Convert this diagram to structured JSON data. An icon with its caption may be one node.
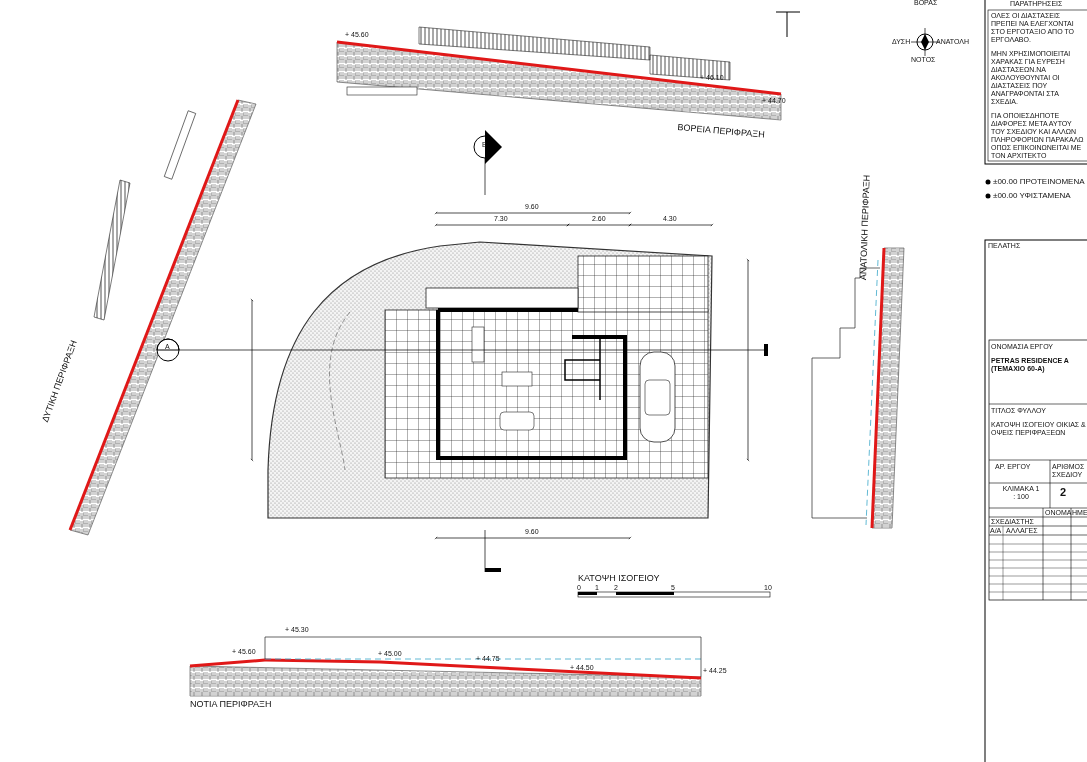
{
  "diagram": {
    "labels": [
      "ΒΟΡΑΣ",
      "ΔΥΣΗ",
      "ΑΝΑΤΟΛΗ",
      "ΝΟΤΟΣ",
      "ΠΑΡΑΤΗΡΗΣΕΙΣ",
      "ΟΛΕΣ ΟΙ ΔΙΑΣΤΑΣΕΙΣ ΠΡΕΠΕΙ ΝΑ ΕΛΕΓΧΟΝΤΑΙ ΣΤΟ ΕΡΓΟΤΑΞΙΟ ΑΠΟ ΤΟ ΕΡΓΟΛΑΒΟ.",
      "ΜΗΝ ΧΡΗΣΙΜΟΠΟΙΕΙΤΑΙ ΧΑΡΑΚΑΣ ΓΙΑ ΕΥΡΕΣΗ ΔΙΑΣΤΑΣΕΩΝ.ΝΑ ΑΚΟΛΟΥΘΟΥΝΤΑΙ ΟΙ ΔΙΑΣΤΑΣΕΙΣ ΠΟΥ ΑΝΑΓΡΑΦΟΝΤΑΙ ΣΤΑ ΣΧΕΔΙΑ.",
      "ΓΙΑ ΟΠΟΙΕΣΔΗΠΟΤΕ ΔΙΑΦΟΡΕΣ ΜΕΤΑ ΑΥΤΟΥ ΤΟΥ ΣΧΕΔΙΟΥ ΚΑΙ ΑΛΛΩΝ ΠΛΗΡΟΦΟΡΙΩΝ ΠΑΡΑΚΑΛΩ ΟΠΩΣ ΕΠΙΚΟΙΝΩΝΕΙΤΑΙ ΜΕ ΤΟΝ ΑΡΧΙΤΕΚΤΟ",
      "+ 45.60",
      "+ 46.10",
      "+ 44.70",
      "ΒΟΡΕΙΑ ΠΕΡΙΦΡΑΞΗ",
      "B",
      "ΔΥΤΙΚΗ ΠΕΡΙΦΡΑΞΗ",
      "ΑΝΑΤΟΛΙΚΗ ΠΕΡΙΦΡΑΞΗ",
      "9.60",
      "7.30",
      "2.60",
      "4.30",
      "A",
      "9.60",
      "ΚΑΤΟΨΗ ΙΣΟΓΕΙΟΥ",
      "0",
      "1",
      "2",
      "5",
      "10",
      "+ 45.30",
      "+ 45.60",
      "+ 45.00",
      "+ 44.75",
      "+ 44.50",
      "+ 44.25",
      "ΝΟΤΙΑ ΠΕΡΙΦΡΑΞΗ",
      "ΠΕΛΑΤΗΣ",
      "ΟΝΟΜΑΣΙΑ ΕΡΓΟΥ",
      "PETRAS RESIDENCE A (ΤΕΜΑΧΙΟ 60-Α)",
      "ΤΙΤΛΟΣ ΦΥΛΛΟΥ",
      "ΚΑΤΟΨΗ ΙΣΟΓΕΙΟΥ ΟΙΚΙΑΣ & ΟΨΕΙΣ ΠΕΡΙΦΡΑΞΕΩΝ",
      "ΑΡ. ΕΡΓΟΥ",
      "ΑΡΙΘΜΟΣ ΣΧΕΔΙΟΥ",
      "ΚΛΙΜΑΚΑ 1 : 100",
      "2",
      "ΟΝΟΜΑ",
      "ΗΜΕ",
      "ΣΧΕΔΙΑΣΤΗΣ",
      "Α/Α",
      "ΑΛΛΑΓΕΣ"
    ],
    "legend": [
      {
        "text": "±00.00 ΠΡΟΤΕΙΝΟΜΕΝΑ"
      },
      {
        "text": "±00.00 ΥΦΙΣΤΑΜΕΝΑ"
      }
    ]
  }
}
